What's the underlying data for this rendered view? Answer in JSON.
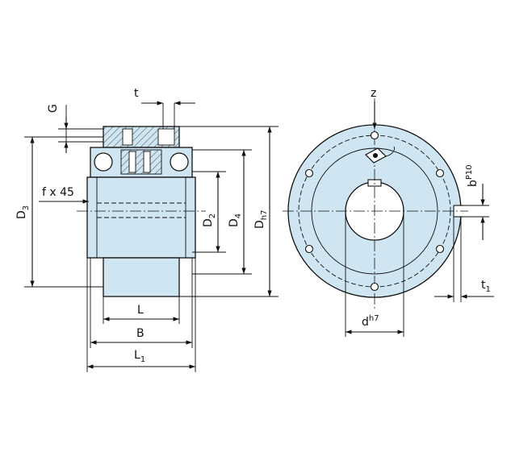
{
  "labels": {
    "G": "G",
    "t": "t",
    "f45": "f x 45",
    "D3": "D",
    "D3_sub": "3",
    "D2": "D",
    "D2_sub": "2",
    "D4": "D",
    "D4_sub": "4",
    "Dh7": "D",
    "Dh7_sub": "h7",
    "L": "L",
    "B": "B",
    "L1": "L",
    "L1_sub": "1",
    "z": "z",
    "b": "b",
    "b_sup": "P10",
    "t1": "t",
    "t1_sub": "1",
    "d": "d",
    "d_sup": "h7"
  },
  "colors": {
    "part_fill": "#cfe6f2",
    "line": "#111111"
  },
  "icons": {
    "arrowhead": "arrow-marker"
  }
}
